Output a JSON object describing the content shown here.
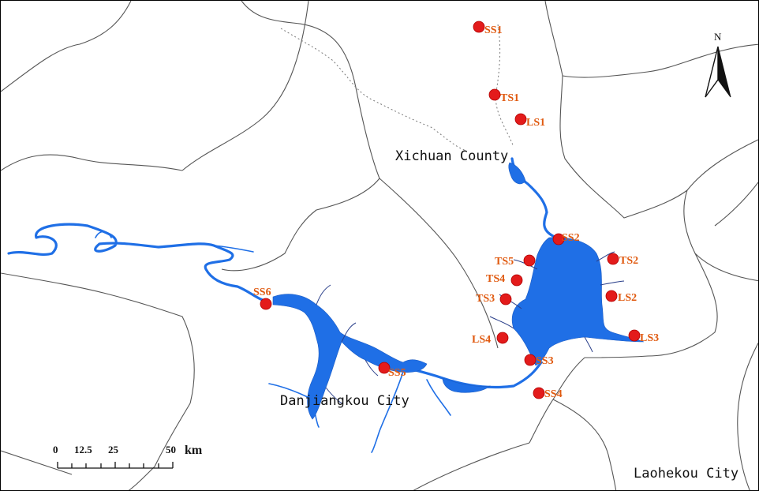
{
  "places": {
    "xichuan": "Xichuan County",
    "danjiangkou": "Danjiangkou City",
    "laohekou": "Laohekou City"
  },
  "north_arrow": {
    "label": "N",
    "icon": "north-arrow-icon"
  },
  "scale_bar": {
    "ticks": [
      "0",
      "12.5",
      "25",
      "50"
    ],
    "unit": "km"
  },
  "sites": [
    {
      "id": "SS1",
      "label": "SS1"
    },
    {
      "id": "TS1",
      "label": "TS1"
    },
    {
      "id": "LS1",
      "label": "LS1"
    },
    {
      "id": "SS2",
      "label": "SS2"
    },
    {
      "id": "TS5",
      "label": "TS5"
    },
    {
      "id": "TS2",
      "label": "TS2"
    },
    {
      "id": "TS4",
      "label": "TS4"
    },
    {
      "id": "TS3",
      "label": "TS3"
    },
    {
      "id": "LS2",
      "label": "LS2"
    },
    {
      "id": "LS3",
      "label": "LS3"
    },
    {
      "id": "LS4",
      "label": "LS4"
    },
    {
      "id": "SS3",
      "label": "SS3"
    },
    {
      "id": "SS4",
      "label": "SS4"
    },
    {
      "id": "SS5",
      "label": "SS5"
    },
    {
      "id": "SS6",
      "label": "SS6"
    }
  ],
  "colors": {
    "water": "#1f6fe6",
    "site": "#e31b1b",
    "site_label": "#e05a10",
    "boundary": "#555555"
  }
}
